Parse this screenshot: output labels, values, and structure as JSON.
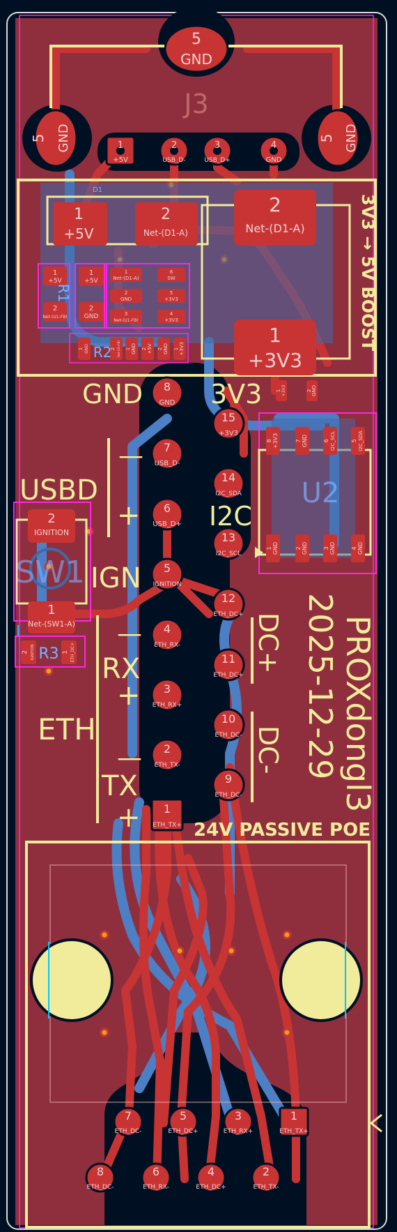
{
  "colors": {
    "background": "#001023",
    "copper_front": "#c83434",
    "copper_back": "#4d7fc4",
    "board_fill": "#8f2f3e",
    "silkscreen": "#f1eb9c",
    "courtyard": "#ff26e2",
    "fab": "#00c8ff",
    "via": "#e5a21a"
  },
  "silkscreen": {
    "boost_label": "3V3 → 5V BOOST",
    "gnd_label": "GND",
    "v3_label": "3V3",
    "usbd_label": "USBD",
    "i2c_label": "I2C",
    "ign_label": "IGN",
    "rx_label": "RX",
    "eth_label": "ETH",
    "tx_label": "TX",
    "dcp_label": "DC+",
    "dcm_label": "DC-",
    "minus_sign": "—",
    "plus_sign": "+",
    "project_name": "PROXdongl3",
    "date": "2025-12-29",
    "poe_label": "24V PASSIVE POE"
  },
  "refdes": {
    "j3": "J3",
    "r1": "R1",
    "r2": "R2",
    "r3": "R3",
    "sw1": "SW1",
    "u2": "U2",
    "d1": "D1"
  },
  "usb_connector": {
    "top_pad": {
      "num": "5",
      "net": "GND"
    },
    "left_pad": {
      "num": "5",
      "net": "GND"
    },
    "right_pad": {
      "num": "5",
      "net": "GND"
    },
    "pins": [
      {
        "num": "1",
        "net": "+5V"
      },
      {
        "num": "2",
        "net": "USB_D-"
      },
      {
        "num": "3",
        "net": "USB_D+"
      },
      {
        "num": "4",
        "net": "GND"
      }
    ]
  },
  "boost": {
    "d1_pad1": {
      "num": "1",
      "net": "+5V"
    },
    "d1_pad2": {
      "num": "2",
      "net": "Net-(D1-A)"
    },
    "l1_pad1": {
      "num": "1",
      "net": "+3V3"
    },
    "l1_pad2": {
      "num": "2",
      "net": "Net-(D1-A)"
    },
    "r1_pads": [
      {
        "num": "1",
        "net": "+5V"
      },
      {
        "num": "2",
        "net": "Net-(U1-FB)"
      }
    ],
    "r2_top": [
      {
        "num": "1",
        "net": "+5V"
      },
      {
        "num": "2",
        "net": "GND"
      }
    ],
    "r2_bottom": [
      {
        "num": "1",
        "net": "GND"
      },
      {
        "num": "2",
        "net": "Net-(U1-FB)"
      }
    ],
    "u1_left": [
      {
        "num": "1",
        "net": "Net-(D1-A)"
      },
      {
        "num": "2",
        "net": "GND"
      },
      {
        "num": "3",
        "net": "Net-(U1-FB)"
      }
    ],
    "u1_right": [
      {
        "num": "6",
        "net": "SW"
      },
      {
        "num": "5",
        "net": "+3V3"
      },
      {
        "num": "4",
        "net": "+3V3"
      }
    ],
    "c_pads": [
      {
        "num": "1",
        "net": "GND"
      },
      {
        "num": "2",
        "net": "+5V"
      },
      {
        "num": "2",
        "net": "GND"
      },
      {
        "num": "1",
        "net": "+3V3"
      }
    ]
  },
  "header_pins": {
    "left": [
      {
        "num": "8",
        "net": "GND"
      },
      {
        "num": "7",
        "net": "USB_D-"
      },
      {
        "num": "6",
        "net": "USB_D+"
      },
      {
        "num": "5",
        "net": "IGNITION"
      },
      {
        "num": "4",
        "net": "ETH_RX-"
      },
      {
        "num": "3",
        "net": "ETH_RX+"
      },
      {
        "num": "2",
        "net": "ETH_TX-"
      },
      {
        "num": "1",
        "net": "ETH_TX+"
      }
    ],
    "right": [
      {
        "num": "15",
        "net": "+3V3"
      },
      {
        "num": "14",
        "net": "I2C_SDA"
      },
      {
        "num": "13",
        "net": "I2C_SCL"
      },
      {
        "num": "12",
        "net": "ETH_DC+"
      },
      {
        "num": "11",
        "net": "ETH_DC+"
      },
      {
        "num": "10",
        "net": "ETH_DC-"
      },
      {
        "num": "9",
        "net": "ETH_DC-"
      }
    ]
  },
  "sw1": {
    "pad2": {
      "num": "2",
      "net": "IGNITION"
    },
    "pad1": {
      "num": "1",
      "net": "Net-(SW1-A)"
    }
  },
  "r3": [
    {
      "num": "2",
      "net": "IGNITION"
    },
    {
      "num": "1",
      "net": "ETH_DC+"
    }
  ],
  "u2": {
    "top": [
      {
        "num": "8",
        "net": "+3V3"
      },
      {
        "num": "7",
        "net": "GND"
      },
      {
        "num": "6",
        "net": "I2C_SCL"
      },
      {
        "num": "5",
        "net": "I2C_SDA"
      }
    ],
    "bottom": [
      {
        "num": "1",
        "net": "GND"
      },
      {
        "num": "2",
        "net": "GND"
      },
      {
        "num": "3",
        "net": "GND"
      },
      {
        "num": "4",
        "net": "GND"
      }
    ]
  },
  "c_u2": [
    {
      "num": "1",
      "net": "+3V3"
    },
    {
      "num": "2",
      "net": "GND"
    }
  ],
  "rj45_pins": {
    "top": [
      {
        "num": "7",
        "net": "ETH_DC-"
      },
      {
        "num": "5",
        "net": "ETH_DC+"
      },
      {
        "num": "3",
        "net": "ETH_RX+"
      },
      {
        "num": "1",
        "net": "ETH_TX+"
      }
    ],
    "bottom": [
      {
        "num": "8",
        "net": "ETH_DC-"
      },
      {
        "num": "6",
        "net": "ETH_RX-"
      },
      {
        "num": "4",
        "net": "ETH_DC+"
      },
      {
        "num": "2",
        "net": "ETH_TX-"
      }
    ]
  }
}
